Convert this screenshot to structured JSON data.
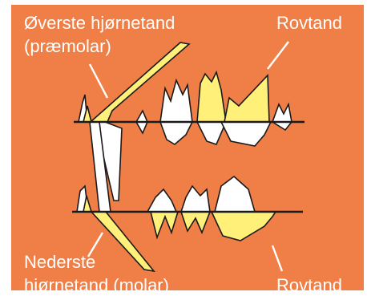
{
  "labels": {
    "upper_canine": "Øverste hjørnetand",
    "upper_canine_sub": "(præmolar)",
    "carnassial_top": "Rovtand",
    "lower_canine": "Nederste",
    "lower_canine_sub": "hjørnetand (molar)",
    "carnassial_bottom": "Rovtand"
  },
  "colors": {
    "background": "#ef7f46",
    "tooth_yellow": "#fff07a",
    "tooth_white": "#ffffff",
    "outline": "#1a1a1a",
    "text": "#ffffff"
  }
}
